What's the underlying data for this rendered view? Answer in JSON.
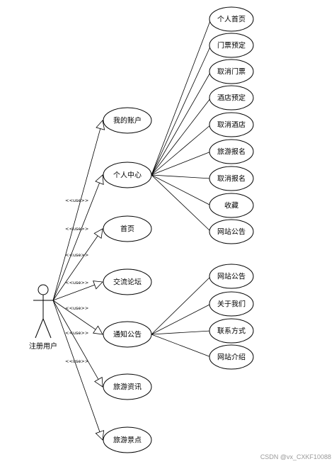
{
  "actor": {
    "label": "注册用户"
  },
  "stereotype": "<<use>>",
  "primary_use_cases": [
    {
      "id": "my-account",
      "label": "我的账户",
      "stereotype": ""
    },
    {
      "id": "personal-center",
      "label": "个人中心",
      "stereotype": "<<use>>"
    },
    {
      "id": "home",
      "label": "首页",
      "stereotype": "<<use>>"
    },
    {
      "id": "forum",
      "label": "交流论坛",
      "stereotype": "<<use>>"
    },
    {
      "id": "notice",
      "label": "通知公告",
      "stereotype": "<<use>>"
    },
    {
      "id": "travel-news",
      "label": "旅游资讯",
      "stereotype": "<<use>>"
    },
    {
      "id": "scenic-spots",
      "label": "旅游景点",
      "stereotype": "<<use>>"
    }
  ],
  "personal_center_items": [
    {
      "id": "profile-home",
      "label": "个人首页"
    },
    {
      "id": "ticket-booking",
      "label": "门票预定"
    },
    {
      "id": "cancel-ticket",
      "label": "取消门票"
    },
    {
      "id": "hotel-booking",
      "label": "酒店预定"
    },
    {
      "id": "cancel-hotel",
      "label": "取消酒店"
    },
    {
      "id": "travel-signup",
      "label": "旅游报名"
    },
    {
      "id": "cancel-signup",
      "label": "取消报名"
    },
    {
      "id": "favorites",
      "label": "收藏"
    },
    {
      "id": "site-notice-1",
      "label": "网站公告"
    }
  ],
  "notice_items": [
    {
      "id": "site-notice-2",
      "label": "网站公告"
    },
    {
      "id": "about-us",
      "label": "关于我们"
    },
    {
      "id": "contact",
      "label": "联系方式"
    },
    {
      "id": "site-intro",
      "label": "网站介绍"
    }
  ],
  "watermark": "CSDN @vx_CXKF10088"
}
